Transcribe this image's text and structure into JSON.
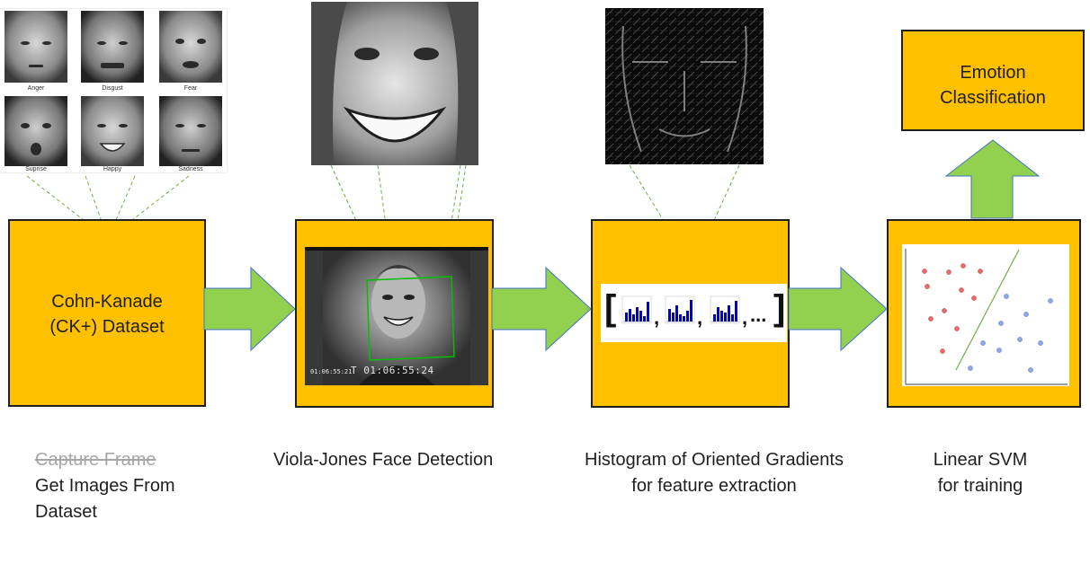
{
  "dataset_box": {
    "title_line1": "Cohn-Kanade",
    "title_line2": "(CK+) Dataset"
  },
  "emotion_box": {
    "title_line1": "Emotion",
    "title_line2": "Classification"
  },
  "face_labels": [
    "Anger",
    "Disgust",
    "Fear",
    "Suprise",
    "Happy",
    "Sadness"
  ],
  "timestamp_left": "01:06:55:21",
  "timestamp_main": "T 01:06:55:24",
  "hog_vector": {
    "open": "[",
    "close": "]",
    "sep": ",",
    "ellipsis": "..."
  },
  "captions": {
    "step1_strike": "Capture Frame",
    "step1_line2": "Get Images From",
    "step1_line3": "Dataset",
    "step2": "Viola-Jones Face Detection",
    "step3_line1": "Histogram of Oriented Gradients",
    "step3_line2": "for feature extraction",
    "step4_line1": "Linear SVM",
    "step4_line2": "for training"
  },
  "colors": {
    "box": "#FFC000",
    "arrow": "#92D050",
    "dashed": "#70AD47",
    "red_points": "#E46C6C",
    "blue_points": "#8FA8E8",
    "svm_line": "#70AD47",
    "detect_box": "#00C000"
  }
}
